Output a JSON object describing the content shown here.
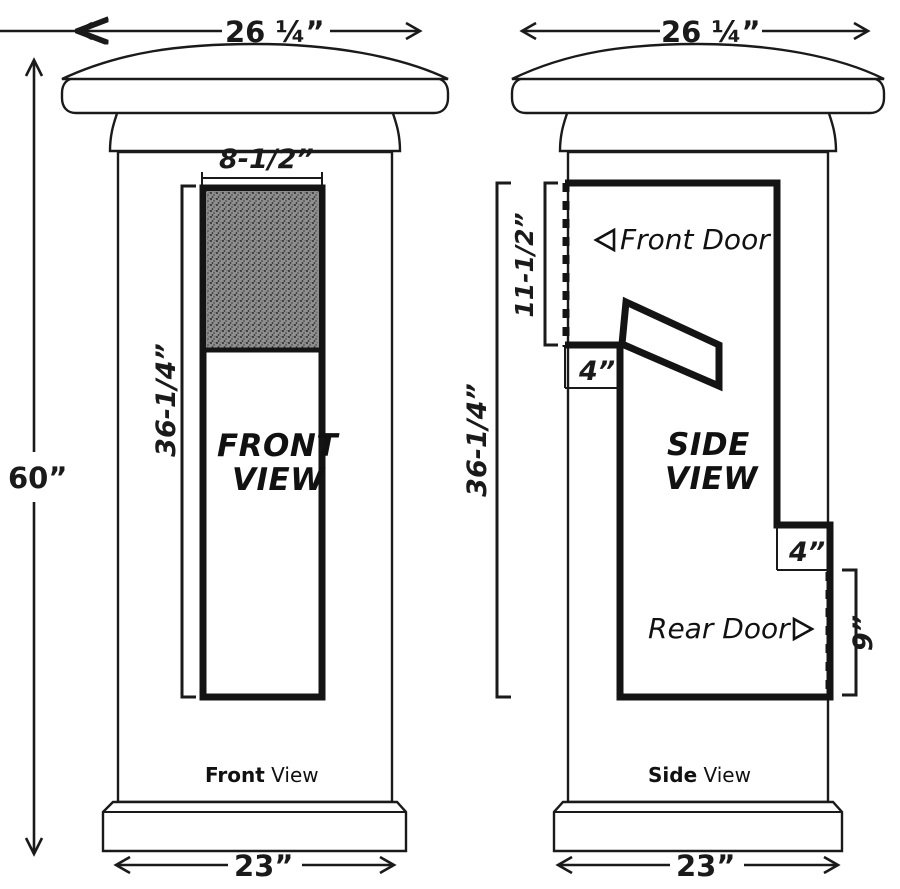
{
  "drawing": {
    "title_hidden": "",
    "units_symbol": "”",
    "colors": {
      "ink": "#1a1a1a",
      "paper": "#ffffff",
      "hatch_fill": "#8a8a8a"
    }
  },
  "front_view": {
    "caption_bold": "Front",
    "caption_regular": " View",
    "inner_label_line1": "FRONT",
    "inner_label_line2": "VIEW",
    "dimensions": {
      "cap_width": "26 ¼”",
      "door_width": "8-1/2”",
      "door_height": "36-1/4”",
      "overall_height": "60”",
      "base_width": "23”"
    }
  },
  "side_view": {
    "caption_bold": "Side",
    "caption_regular": " View",
    "inner_label_line1": "SIDE",
    "inner_label_line2": "VIEW",
    "front_door_label": "Front Door",
    "front_door_arrow": "left-triangle-icon",
    "rear_door_label": "Rear Door",
    "rear_door_arrow": "right-triangle-icon",
    "dimensions": {
      "cap_width": "26 ¼”",
      "front_door_height": "11-1/2”",
      "upper_notch": "4”",
      "lower_notch": "4”",
      "body_height": "36-1/4”",
      "rear_door_height": "9”",
      "base_width": "23”"
    }
  },
  "icons": {
    "arrow_left": "arrow-left-icon",
    "arrow_right": "arrow-right-icon",
    "arrow_up": "arrow-up-icon",
    "arrow_down": "arrow-down-icon"
  }
}
